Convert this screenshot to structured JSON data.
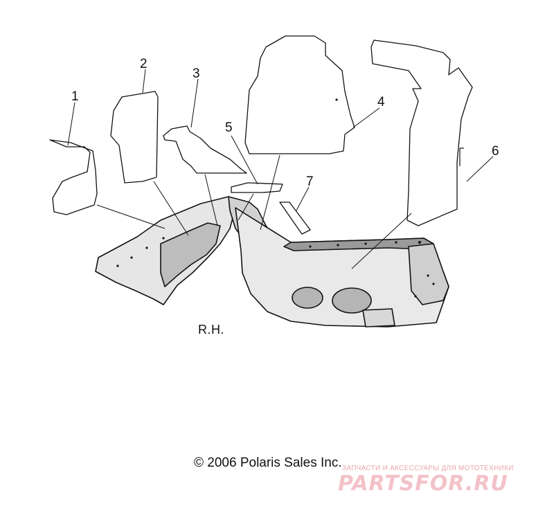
{
  "callouts": [
    "1",
    "2",
    "3",
    "4",
    "5",
    "6",
    "7"
  ],
  "side_label": "R.H.",
  "copyright": "© 2006 Polaris Sales Inc.",
  "watermark": {
    "tagline": "ЗАПЧАСТИ И АКСЕССУАРЫ ДЛЯ МОТОТЕХНИКИ",
    "logo": "PARTSFOR.RU"
  },
  "colors": {
    "line": "#111111",
    "background": "#ffffff",
    "part_shade": "#e4e4e4",
    "watermark": "#f3c2c8"
  }
}
